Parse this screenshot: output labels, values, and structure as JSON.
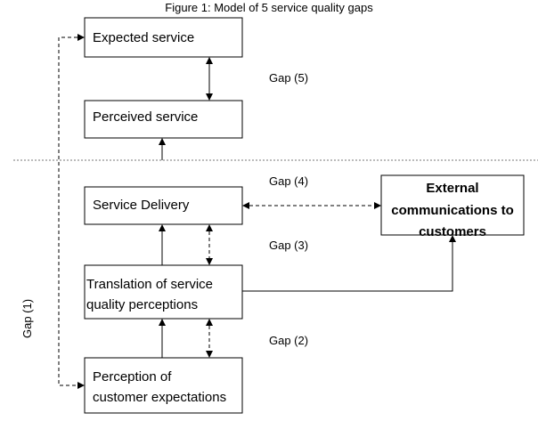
{
  "title": "Figure 1: Model of 5 service quality gaps",
  "boxes": {
    "expected": "Expected service",
    "perceived": "Perceived service",
    "delivery": "Service Delivery",
    "translation_1": "Translation of service",
    "translation_2": "quality perceptions",
    "perception_1": "Perception of",
    "perception_2": "customer expectations",
    "external_1": "External",
    "external_2": "communications to",
    "external_3": "customers"
  },
  "gaps": {
    "gap1": "Gap (1)",
    "gap2": "Gap (2)",
    "gap3": "Gap (3)",
    "gap4": "Gap (4)",
    "gap5": "Gap (5)"
  }
}
